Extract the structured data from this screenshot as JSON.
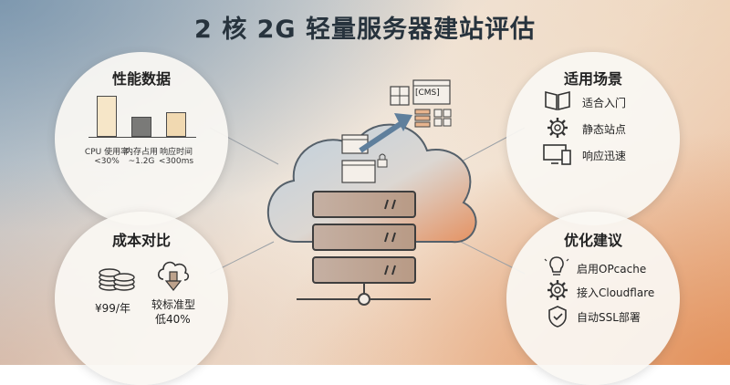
{
  "title": "2 核 2G 轻量服务器建站评估",
  "performance": {
    "heading": "性能数据",
    "chart_data": {
      "type": "bar",
      "categories": [
        "CPU 使用率\n<30%",
        "内存占用\n~1.2G",
        "响应时间\n<300ms"
      ],
      "values": [
        0.9,
        0.45,
        0.55
      ],
      "colors": [
        "#f6e6c8",
        "#7a7a78",
        "#f1d9b1"
      ]
    },
    "labels": [
      {
        "line1": "CPU 使用率",
        "line2": "<30%"
      },
      {
        "line1": "内存占用",
        "line2": "~1.2G"
      },
      {
        "line1": "响应时间",
        "line2": "<300ms"
      }
    ]
  },
  "usecases": {
    "heading": "适用场景",
    "items": [
      {
        "label": "适合入门",
        "icon": "book-icon"
      },
      {
        "label": "静态站点",
        "icon": "gear-icon"
      },
      {
        "label": "响应迅速",
        "icon": "devices-icon"
      }
    ]
  },
  "cost": {
    "heading": "成本对比",
    "price": "¥99/年",
    "compare_line1": "较标准型",
    "compare_line2": "低40%"
  },
  "optimize": {
    "heading": "优化建议",
    "items": [
      {
        "label": "启用OPcache",
        "icon": "lightbulb-icon"
      },
      {
        "label": "接入Cloudflare",
        "icon": "gear-icon"
      },
      {
        "label": "自动SSL部署",
        "icon": "shield-icon"
      }
    ]
  },
  "center": {
    "cms_label": "[CMS]"
  },
  "colors": {
    "accent_blue": "#5f7f9c",
    "accent_orange": "#e0854c",
    "server_fill": "#c9ab94"
  }
}
